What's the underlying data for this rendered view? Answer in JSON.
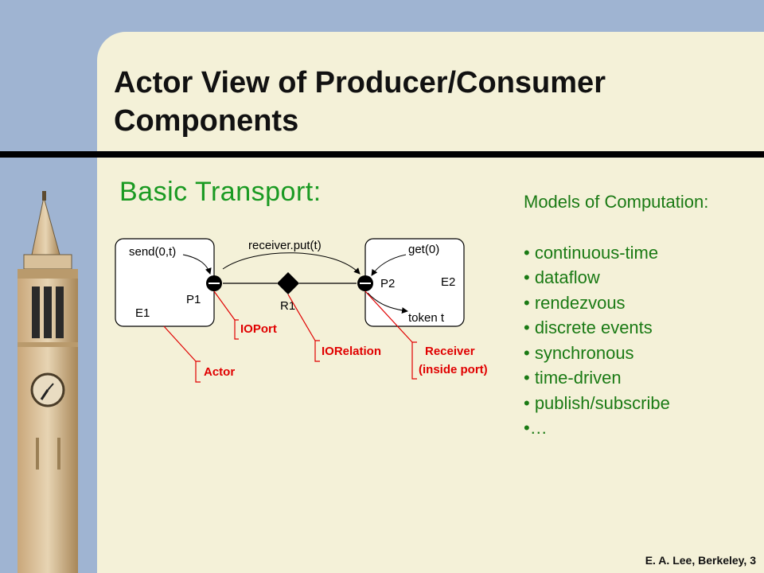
{
  "slide": {
    "title": "Actor View of Producer/Consumer Components",
    "subtitle": "Basic Transport:",
    "footer": "E. A. Lee, Berkeley, 3"
  },
  "diagram": {
    "labels": {
      "send": "send(0,t)",
      "put": "receiver.put(t)",
      "get": "get(0)",
      "e1": "E1",
      "p1": "P1",
      "r1": "R1",
      "p2": "P2",
      "e2": "E2",
      "token": "token t"
    },
    "callouts": {
      "ioport": "IOPort",
      "iorelation": "IORelation",
      "receiver_line1": "Receiver",
      "receiver_line2": "(inside port)",
      "actor": "Actor"
    }
  },
  "models": {
    "heading": "Models of Computation:",
    "items": [
      "• continuous-time",
      "• dataflow",
      "• rendezvous",
      "• discrete events",
      "• synchronous",
      "• time-driven",
      "• publish/subscribe",
      "•…"
    ]
  },
  "colors": {
    "panel": "#f4f1d8",
    "sky": "#9fb4d2",
    "subtitle_green": "#1a9a22",
    "list_green": "#1a7a14",
    "callout_red": "#e00000"
  }
}
